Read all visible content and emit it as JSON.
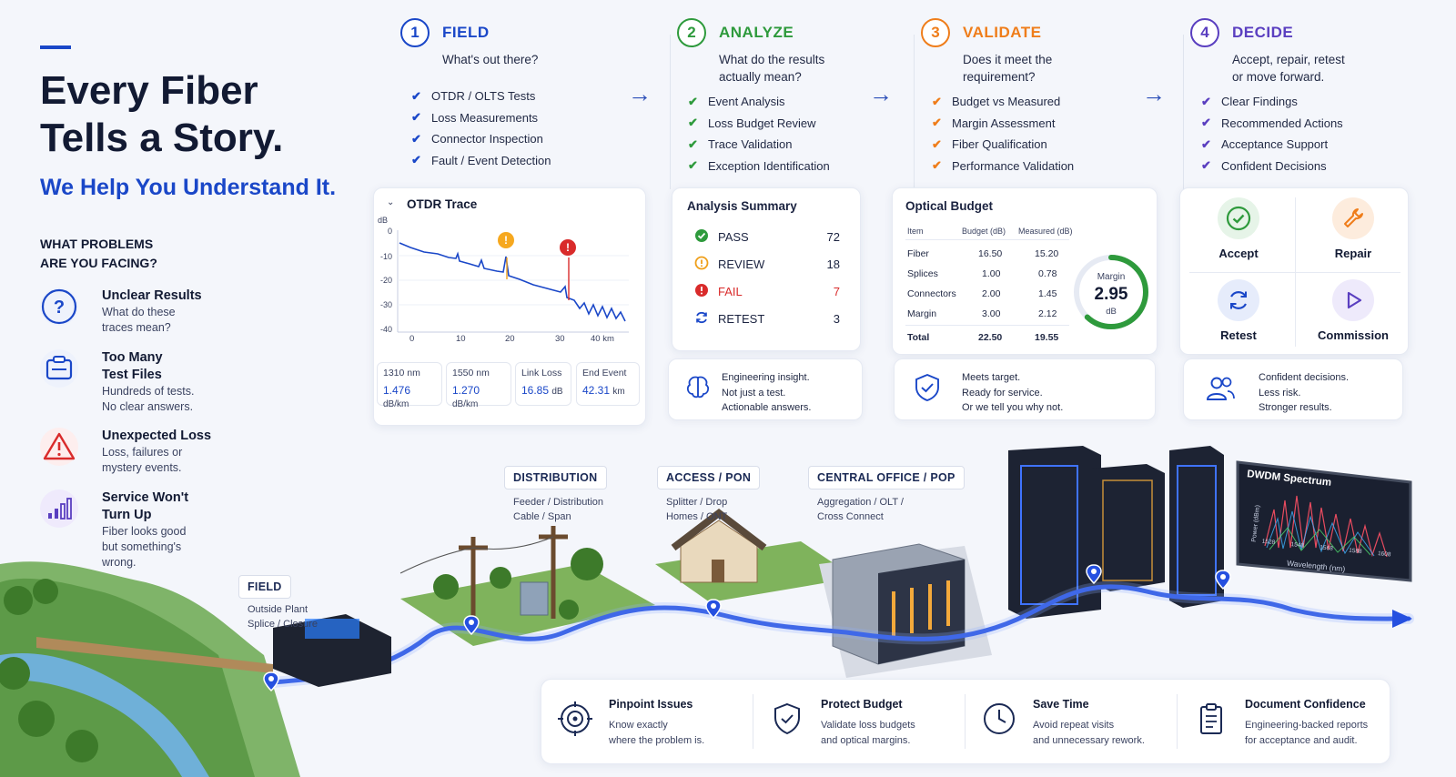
{
  "hero": {
    "title_line1": "Every Fiber",
    "title_line2": "Tells a Story.",
    "subtitle": "We Help You Understand It.",
    "problems_heading_line1": "WHAT PROBLEMS",
    "problems_heading_line2": "ARE YOU FACING?"
  },
  "problems": [
    {
      "title": "Unclear Results",
      "desc_line1": "What do these",
      "desc_line2": "traces mean?",
      "desc_line3": ""
    },
    {
      "title": "Too Many",
      "title2": "Test Files",
      "desc_line1": "Hundreds of tests.",
      "desc_line2": "No clear answers.",
      "desc_line3": ""
    },
    {
      "title": "Unexpected Loss",
      "desc_line1": "Loss, failures or",
      "desc_line2": "mystery events.",
      "desc_line3": ""
    },
    {
      "title": "Service Won't",
      "title2": "Turn Up",
      "desc_line1": "Fiber looks good",
      "desc_line2": "but something's",
      "desc_line3": "wrong."
    }
  ],
  "steps": [
    {
      "num": "1",
      "name": "FIELD",
      "question_line1": "What's out there?",
      "question_line2": "",
      "items": [
        "OTDR / OLTS Tests",
        "Loss Measurements",
        "Connector Inspection",
        "Fault / Event Detection"
      ],
      "color": "#1a47c8"
    },
    {
      "num": "2",
      "name": "ANALYZE",
      "question_line1": "What do the results",
      "question_line2": "actually mean?",
      "items": [
        "Event Analysis",
        "Loss Budget Review",
        "Trace Validation",
        "Exception Identification"
      ],
      "color": "#2e9a3c"
    },
    {
      "num": "3",
      "name": "VALIDATE",
      "question_line1": "Does it meet the",
      "question_line2": "requirement?",
      "items": [
        "Budget vs Measured",
        "Margin Assessment",
        "Fiber Qualification",
        "Performance Validation"
      ],
      "color": "#ef7d1a"
    },
    {
      "num": "4",
      "name": "DECIDE",
      "question_line1": "Accept, repair, retest",
      "question_line2": "or move forward.",
      "items": [
        "Clear Findings",
        "Recommended Actions",
        "Acceptance Support",
        "Confident Decisions"
      ],
      "color": "#5a3fc0"
    }
  ],
  "otdr": {
    "title": "OTDR Trace",
    "y_unit": "dB",
    "y_ticks": [
      "0",
      "-10",
      "-20",
      "-30",
      "-40"
    ],
    "x_ticks": [
      "0",
      "10",
      "20",
      "30",
      "40 km"
    ],
    "metrics": [
      {
        "label": "1310 nm",
        "value": "1.476",
        "unit": "dB/km"
      },
      {
        "label": "1550 nm",
        "value": "1.270",
        "unit": "dB/km"
      },
      {
        "label": "Link Loss",
        "value": "16.85",
        "unit": "dB"
      },
      {
        "label": "End Event",
        "value": "42.31",
        "unit": "km"
      }
    ]
  },
  "analysis": {
    "title": "Analysis Summary",
    "rows": [
      {
        "label": "PASS",
        "count": "72",
        "color": "#2e9a3c"
      },
      {
        "label": "REVIEW",
        "count": "18",
        "color": "#ef9f1a"
      },
      {
        "label": "FAIL",
        "count": "7",
        "color": "#d92b2b"
      },
      {
        "label": "RETEST",
        "count": "3",
        "color": "#1a47c8"
      }
    ],
    "footer_line1": "Engineering insight.",
    "footer_line2": "Not just a test.",
    "footer_line3": "Actionable answers."
  },
  "budget": {
    "title": "Optical Budget",
    "headers": [
      "Item",
      "Budget (dB)",
      "Measured (dB)"
    ],
    "rows": [
      [
        "Fiber",
        "16.50",
        "15.20"
      ],
      [
        "Splices",
        "1.00",
        "0.78"
      ],
      [
        "Connectors",
        "2.00",
        "1.45"
      ],
      [
        "Margin",
        "3.00",
        "2.12"
      ]
    ],
    "total": [
      "Total",
      "22.50",
      "19.55"
    ],
    "gauge_label": "Margin",
    "gauge_value": "2.95",
    "gauge_unit": "dB",
    "gauge_fraction": 0.62,
    "footer_line1": "Meets target.",
    "footer_line2": "Ready for service.",
    "footer_line3": "Or we tell you why not."
  },
  "decide": {
    "tiles": [
      {
        "label": "Accept",
        "color": "#2e9a3c"
      },
      {
        "label": "Repair",
        "color": "#ef7d1a"
      },
      {
        "label": "Retest",
        "color": "#1a47c8"
      },
      {
        "label": "Commission",
        "color": "#5a3fc0"
      }
    ],
    "footer_line1": "Confident decisions.",
    "footer_line2": "Less risk.",
    "footer_line3": "Stronger results."
  },
  "map": {
    "field": {
      "tag": "FIELD",
      "line1": "Outside Plant",
      "line2": "Splice / Closure"
    },
    "distribution": {
      "tag": "DISTRIBUTION",
      "line1": "Feeder / Distribution",
      "line2": "Cable / Span"
    },
    "access": {
      "tag": "ACCESS / PON",
      "line1": "Splitter / Drop",
      "line2": "Homes / ONT"
    },
    "central": {
      "tag": "CENTRAL OFFICE / POP",
      "line1": "Aggregation / OLT /",
      "line2": "Cross Connect"
    },
    "monitor_title": "DWDM Spectrum",
    "monitor_ylabel": "Power (dBm)",
    "monitor_xlabel": "Wavelength (nm)",
    "monitor_ticks": [
      "1528",
      "1548",
      "1568",
      "1588",
      "1608"
    ]
  },
  "benefits": [
    {
      "title": "Pinpoint Issues",
      "line1": "Know exactly",
      "line2": "where the problem is."
    },
    {
      "title": "Protect Budget",
      "line1": "Validate loss budgets",
      "line2": "and optical margins."
    },
    {
      "title": "Save Time",
      "line1": "Avoid repeat visits",
      "line2": "and unnecessary rework."
    },
    {
      "title": "Document Confidence",
      "line1": "Engineering-backed reports",
      "line2": "for acceptance and audit."
    }
  ],
  "colors": {
    "brand": "#1a47c8",
    "pass": "#2e9a3c",
    "review": "#ef9f1a",
    "fail": "#d92b2b",
    "decide": "#5a3fc0"
  }
}
